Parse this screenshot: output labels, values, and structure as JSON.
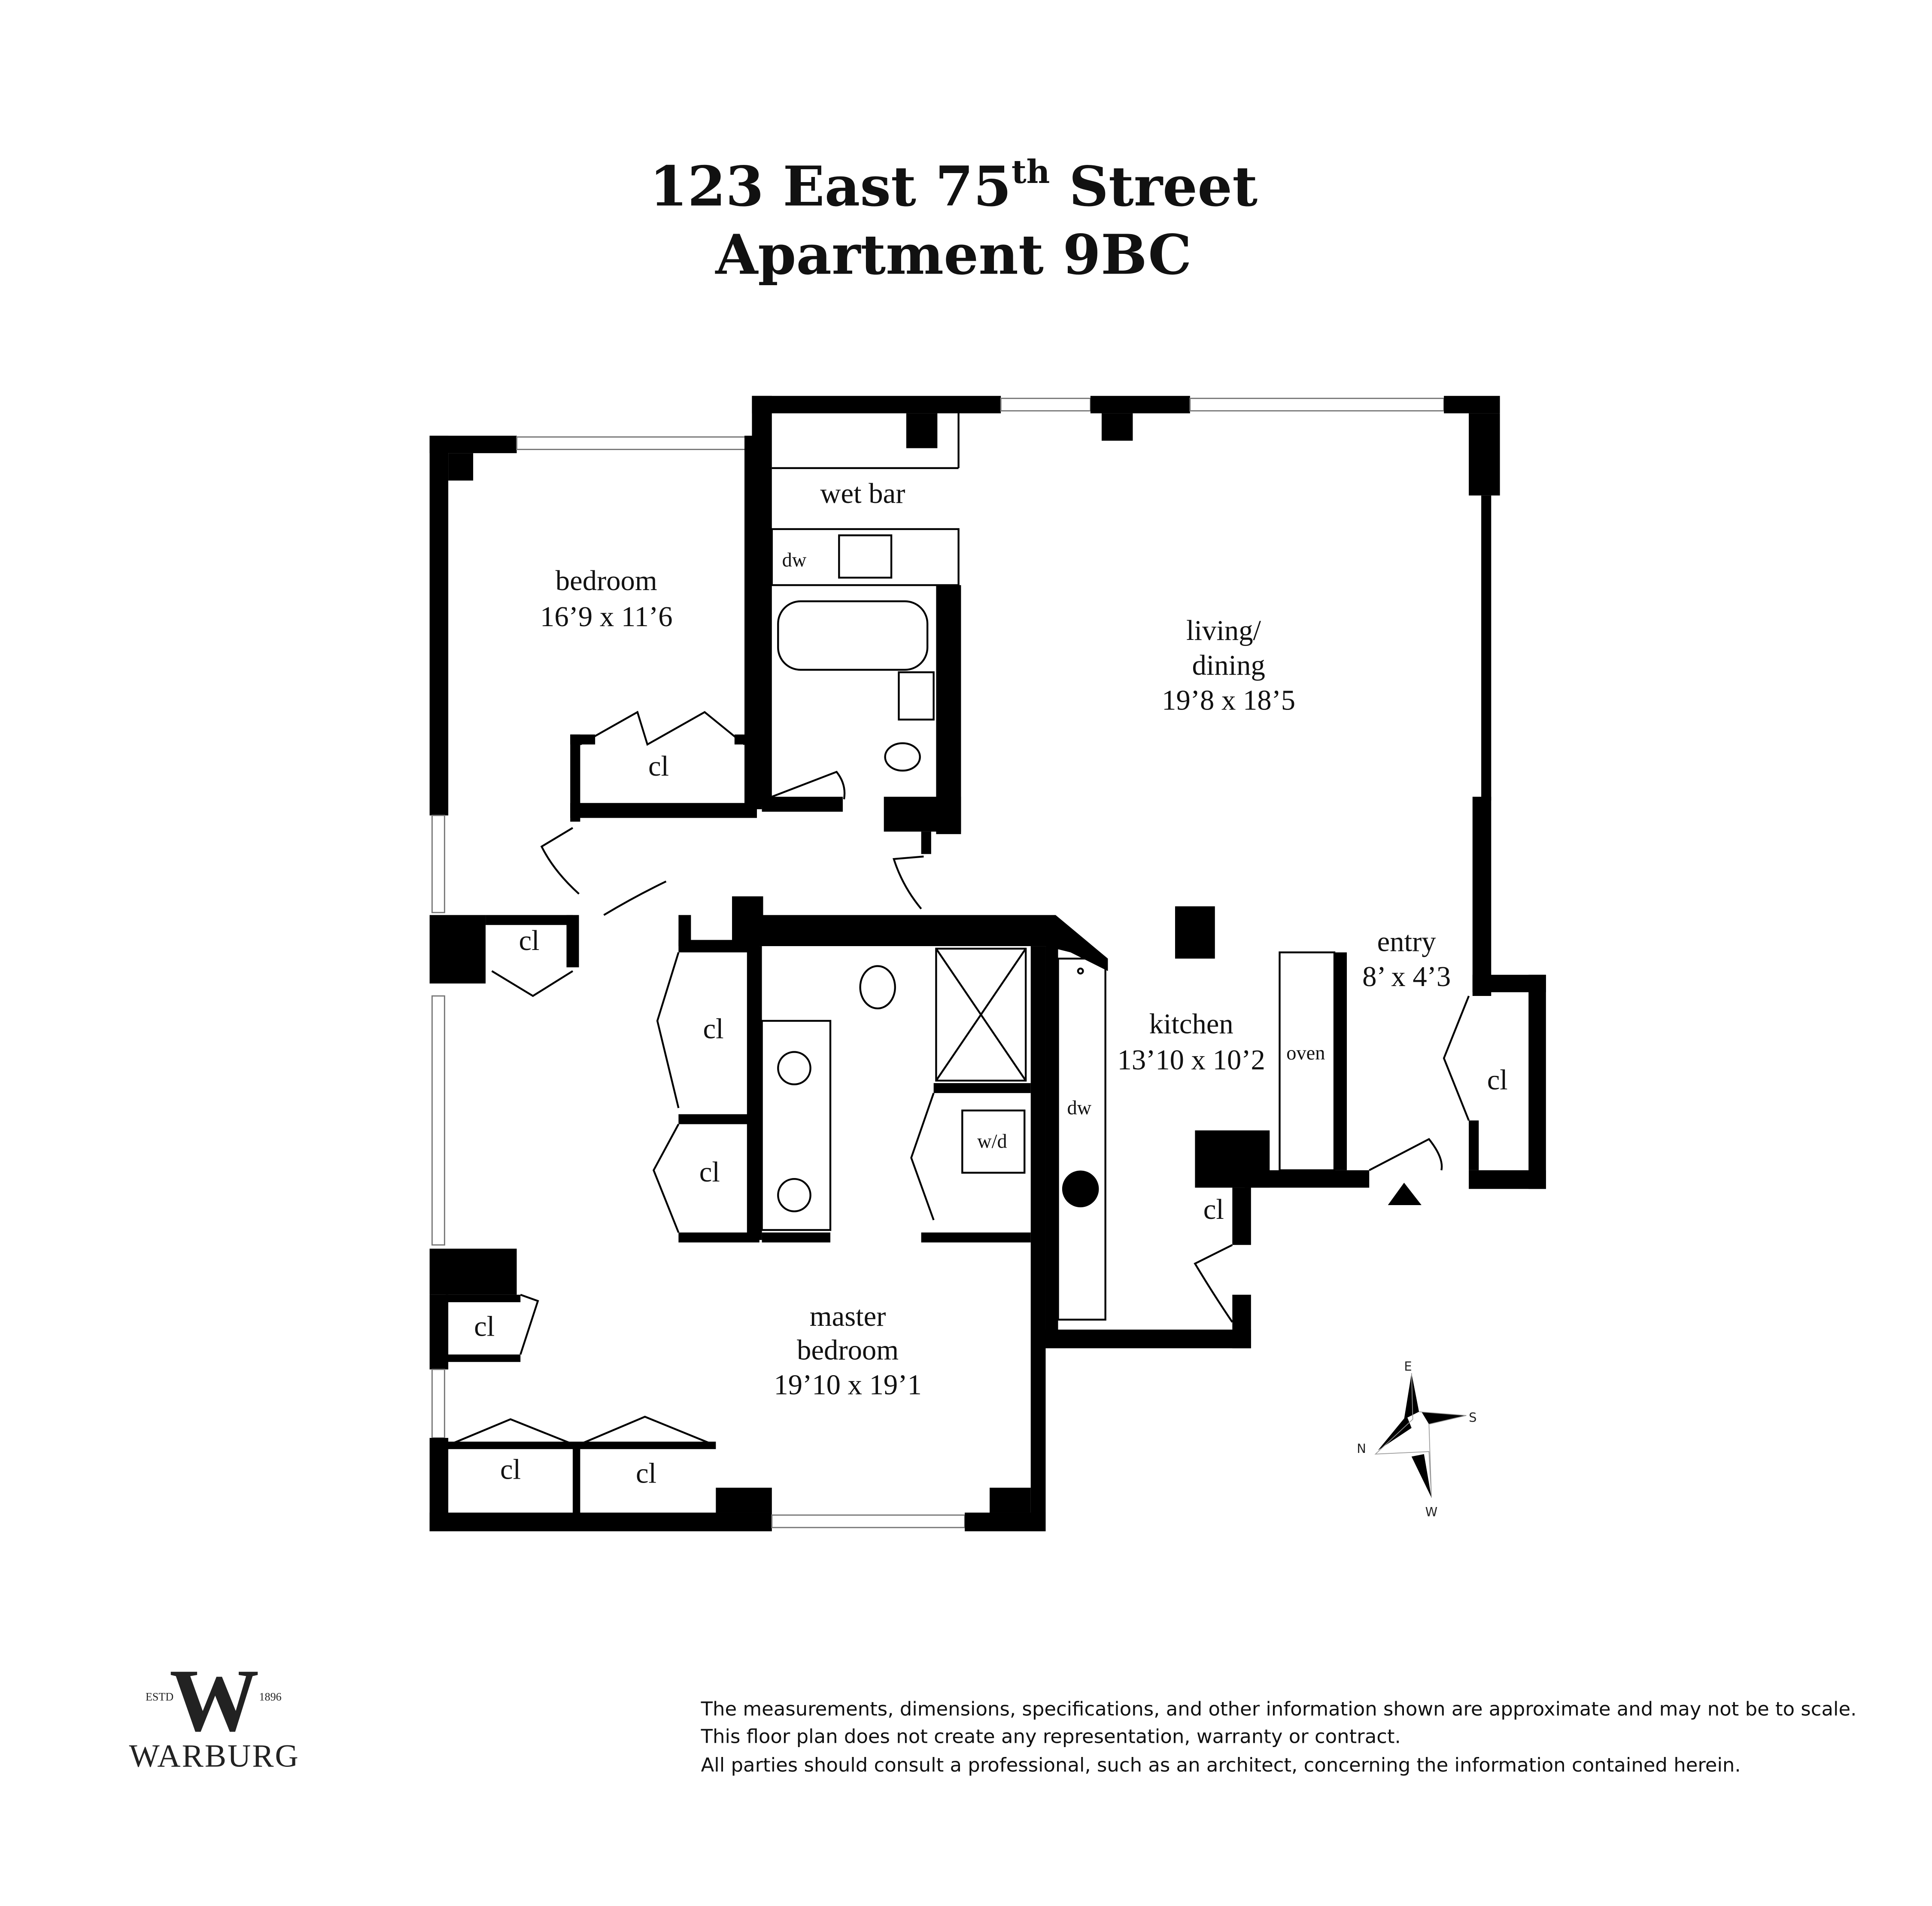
{
  "header": {
    "address_main": "123 East 75",
    "address_sup": "th",
    "address_end": " Street",
    "apartment": "Apartment 9BC"
  },
  "rooms": {
    "wet_bar": "wet bar",
    "wet_bar_dw": "dw",
    "bedroom": {
      "name": "bedroom",
      "size": "16’9 x 11’6"
    },
    "bedroom_closet": "cl",
    "living": {
      "name_line1": "living/",
      "name_line2": "dining",
      "size": "19’8 x 18’5"
    },
    "entry": {
      "name": "entry",
      "size": "8’ x 4’3"
    },
    "entry_closet": "cl",
    "hall_closet": "cl",
    "master_closet_1": "cl",
    "master_closet_2": "cl",
    "kitchen": {
      "name": "kitchen",
      "size": "13’10 x 10’2"
    },
    "oven": "oven",
    "kitchen_dw": "dw",
    "washer_dryer": "w/d",
    "kitchen_closet": "cl",
    "master": {
      "name_line1": "master",
      "name_line2": "bedroom",
      "size": "19’10 x 19’1"
    },
    "master_closet_3": "cl",
    "master_closet_4": "cl",
    "master_closet_5": "cl"
  },
  "compass": {
    "e": "E",
    "s": "S",
    "n": "N",
    "w": "W"
  },
  "logo": {
    "brand": "WARBURG",
    "estd": "ESTD",
    "year": "1896",
    "monogram": "W"
  },
  "disclaimer": [
    "The measurements, dimensions, specifications, and other information shown are approximate and may not be to scale.",
    "This floor plan does not create any representation, warranty or contract.",
    "All parties should consult a professional, such as an architect, concerning the information contained herein."
  ],
  "colors": {
    "wall": "#000000",
    "background": "#ffffff"
  }
}
